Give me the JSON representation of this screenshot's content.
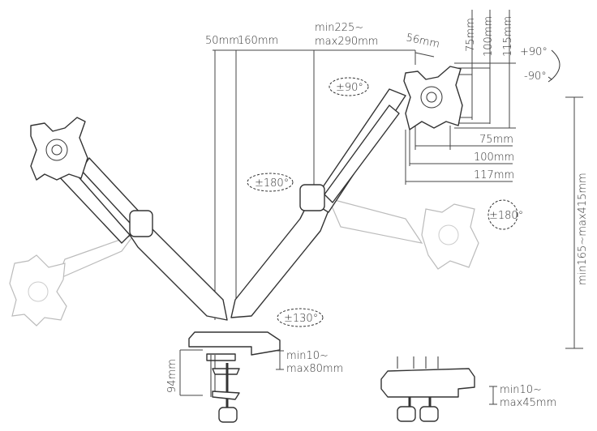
{
  "dimensions": {
    "pole_offset_a": "50mm",
    "pole_offset_b": "160mm",
    "arm_reach_min": "min225~",
    "arm_reach_max": "max290mm",
    "tilt_offset": "56mm",
    "vesa_vertical": [
      "75mm",
      "100mm",
      "115mm"
    ],
    "vesa_horizontal": [
      "75mm",
      "100mm",
      "117mm"
    ],
    "height_range": "min165~max415mm",
    "base_height": "94mm",
    "clamp_min": "min10~",
    "clamp_max": "max80mm",
    "grommet_min": "min10~",
    "grommet_max": "max45mm"
  },
  "rotations": {
    "tilt_up": "+90°",
    "tilt_down": "-90°",
    "swivel_head": "±90°",
    "arm_swivel_left": "±180°",
    "arm_swivel_right": "±180°",
    "base_swivel": "±130°"
  }
}
